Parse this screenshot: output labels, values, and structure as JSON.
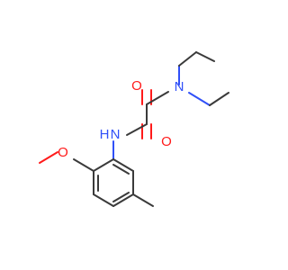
{
  "colors": {
    "carbon_bond": "#3a3a3a",
    "oxygen": "#ff1a1a",
    "nitrogen": "#3050f8",
    "background": "#ffffff"
  },
  "molecule": {
    "atoms": {
      "o_amide_1": "O",
      "n_diethyl": "N",
      "o_amide_2": "O",
      "n_amide": "N",
      "h_amide": "H",
      "o_methoxy": "O"
    }
  }
}
